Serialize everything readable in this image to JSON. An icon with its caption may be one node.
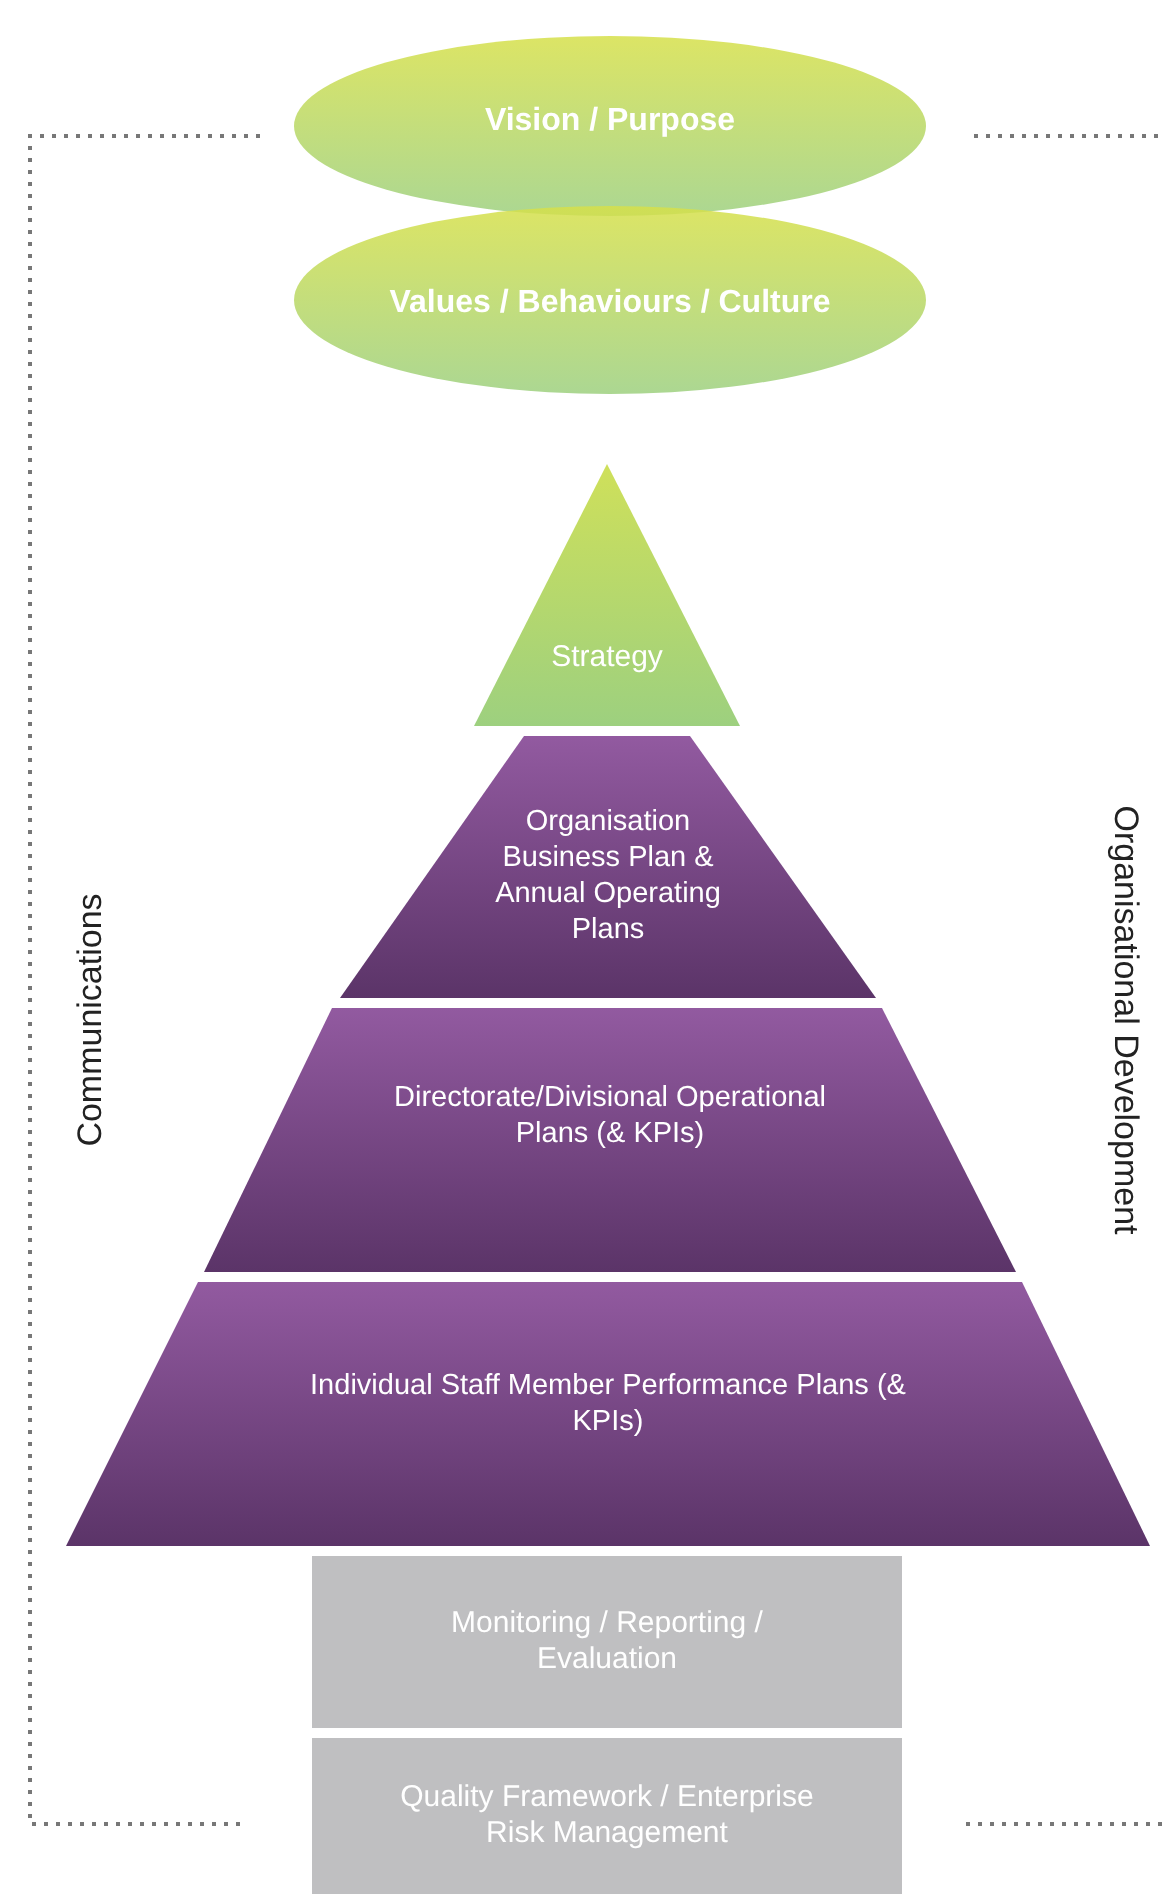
{
  "diagram": {
    "nodes": [
      {
        "text": [
          "Vision / Purpose"
        ]
      },
      {
        "text": [
          "Values / Behaviours / Culture"
        ]
      },
      {
        "text": [
          "Strategy"
        ]
      },
      {
        "text": [
          "Organisation Business Plan & Annual Operating Plans"
        ]
      },
      {
        "text": [
          "Directorate/Divisional Operational Plans (& KPIs)"
        ]
      },
      {
        "text": [
          "Individual Staff Member Performance Plans (& KPIs)"
        ]
      },
      {
        "text": [
          "Monitoring / Reporting / Evaluation"
        ]
      },
      {
        "text": [
          "Quality Framework / Enterprise Risk Management"
        ]
      }
    ],
    "edges": [],
    "labels": [
      "Communications",
      "Organisational Development"
    ]
  }
}
